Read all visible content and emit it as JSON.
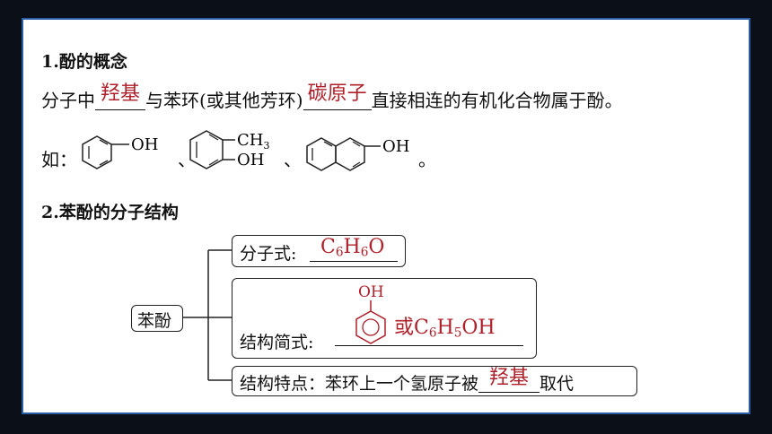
{
  "section1": {
    "heading": "1.酚的概念",
    "line1_part1": "分子中",
    "blank1_answer": "羟基",
    "line1_part2": "与苯环(或其他芳环)",
    "blank2_answer": "碳原子",
    "line1_part3": "直接相连的有机化合物属于酚。",
    "example_prefix": "如：",
    "example1_oh": "OH",
    "sep1": "、",
    "example2_ch": "CH",
    "example2_sub": "3",
    "example2_oh": "OH",
    "sep2": "、",
    "example3_oh": "OH",
    "period": "。"
  },
  "section2": {
    "heading": "2.苯酚的分子结构",
    "root_label": "苯酚",
    "formula_label": "分子式:",
    "formula_c": "C",
    "formula_c_sub": "6",
    "formula_h": "H",
    "formula_h_sub": "6",
    "formula_o": "O",
    "structure_label": "结构简式:",
    "structure_oh": "OH",
    "alt_prefix": "或C",
    "alt_sub1": "6",
    "alt_h": "H",
    "alt_sub2": "5",
    "alt_oh": "OH",
    "feature_label": "结构特点：苯环上一个氢原子被",
    "feature_answer": "羟基",
    "feature_suffix": "取代"
  },
  "colors": {
    "answer": "#b0202a",
    "border": "#2a5fa8"
  }
}
